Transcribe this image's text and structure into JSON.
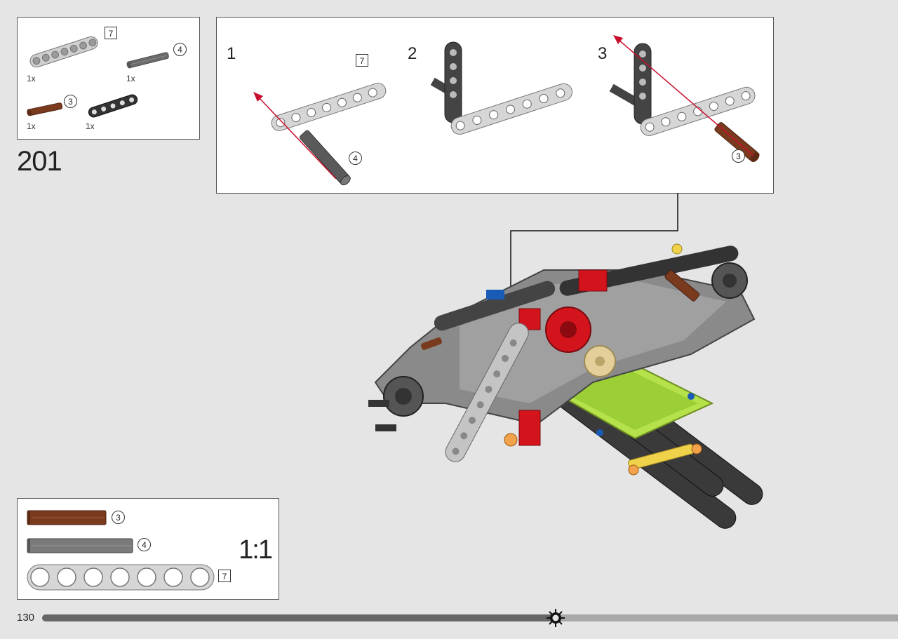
{
  "page": {
    "page_number": "130",
    "step_number": "201"
  },
  "parts_list": [
    {
      "name": "light-gray-liftarm-7",
      "qty": "1x",
      "size_label": "7"
    },
    {
      "name": "dark-gray-axle-4",
      "qty": "1x",
      "size_label": "4"
    },
    {
      "name": "brown-axle-3",
      "qty": "1x",
      "size_label": "3"
    },
    {
      "name": "black-liftarm-5",
      "qty": "1x",
      "size_label": ""
    }
  ],
  "substeps": [
    {
      "number": "1",
      "part_label_square": "7",
      "part_label_circle": "4"
    },
    {
      "number": "2"
    },
    {
      "number": "3",
      "part_label_circle": "3"
    }
  ],
  "scale_panel": {
    "scale_text": "1:1",
    "items": [
      {
        "name": "brown-axle-3",
        "label": "3"
      },
      {
        "name": "gray-axle-4",
        "label": "4"
      },
      {
        "name": "liftarm-7",
        "label": "7"
      }
    ]
  },
  "progress": {
    "fraction": 0.6,
    "marker": "gear-icon"
  },
  "colors": {
    "background": "#e5e5e5",
    "arrow_red": "#c8102e",
    "brown_axle": "#7a3a1e",
    "lime": "#b5e24a",
    "light_gray": "#c9c9c9",
    "dark_gray": "#5a5a5a",
    "red": "#d3141c",
    "tan": "#e4cf9a"
  }
}
